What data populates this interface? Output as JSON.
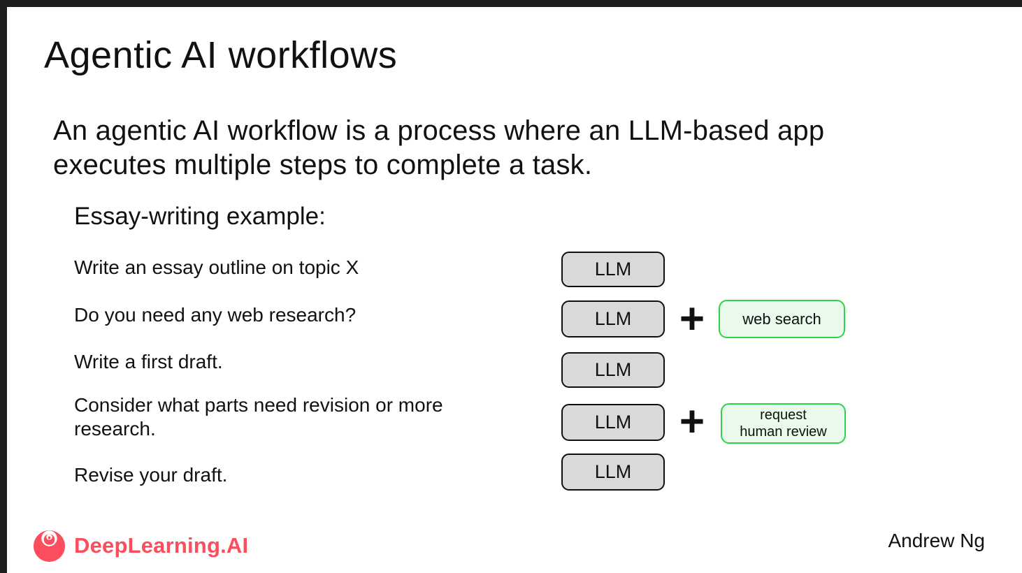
{
  "slide": {
    "title": "Agentic AI workflows",
    "intro": "An agentic AI workflow is a process where an LLM-based app\nexecutes multiple steps to complete a task.",
    "example_heading": "Essay-writing example:",
    "steps": [
      {
        "label": "Write an essay outline on topic X",
        "llm": "LLM"
      },
      {
        "label": "Do you need any web research?",
        "llm": "LLM",
        "plus": "+",
        "tool": "web search"
      },
      {
        "label": "Write a first draft.",
        "llm": "LLM"
      },
      {
        "label": "Consider what parts need revision or more\nresearch.",
        "llm": "LLM",
        "plus": "+",
        "tool": "request\nhuman review"
      },
      {
        "label": "Revise your draft.",
        "llm": "LLM"
      }
    ],
    "footer": {
      "brand": "DeepLearning.AI",
      "author": "Andrew Ng"
    },
    "colors": {
      "accent_red": "#fb4d5c",
      "tool_border_green": "#2fd348",
      "tool_fill_green": "#e9f9ec",
      "llm_fill_gray": "#d9d9d9",
      "frame_dark": "#1e1e1e"
    },
    "icons": {
      "logo": "deeplearning-ai-logo"
    }
  }
}
